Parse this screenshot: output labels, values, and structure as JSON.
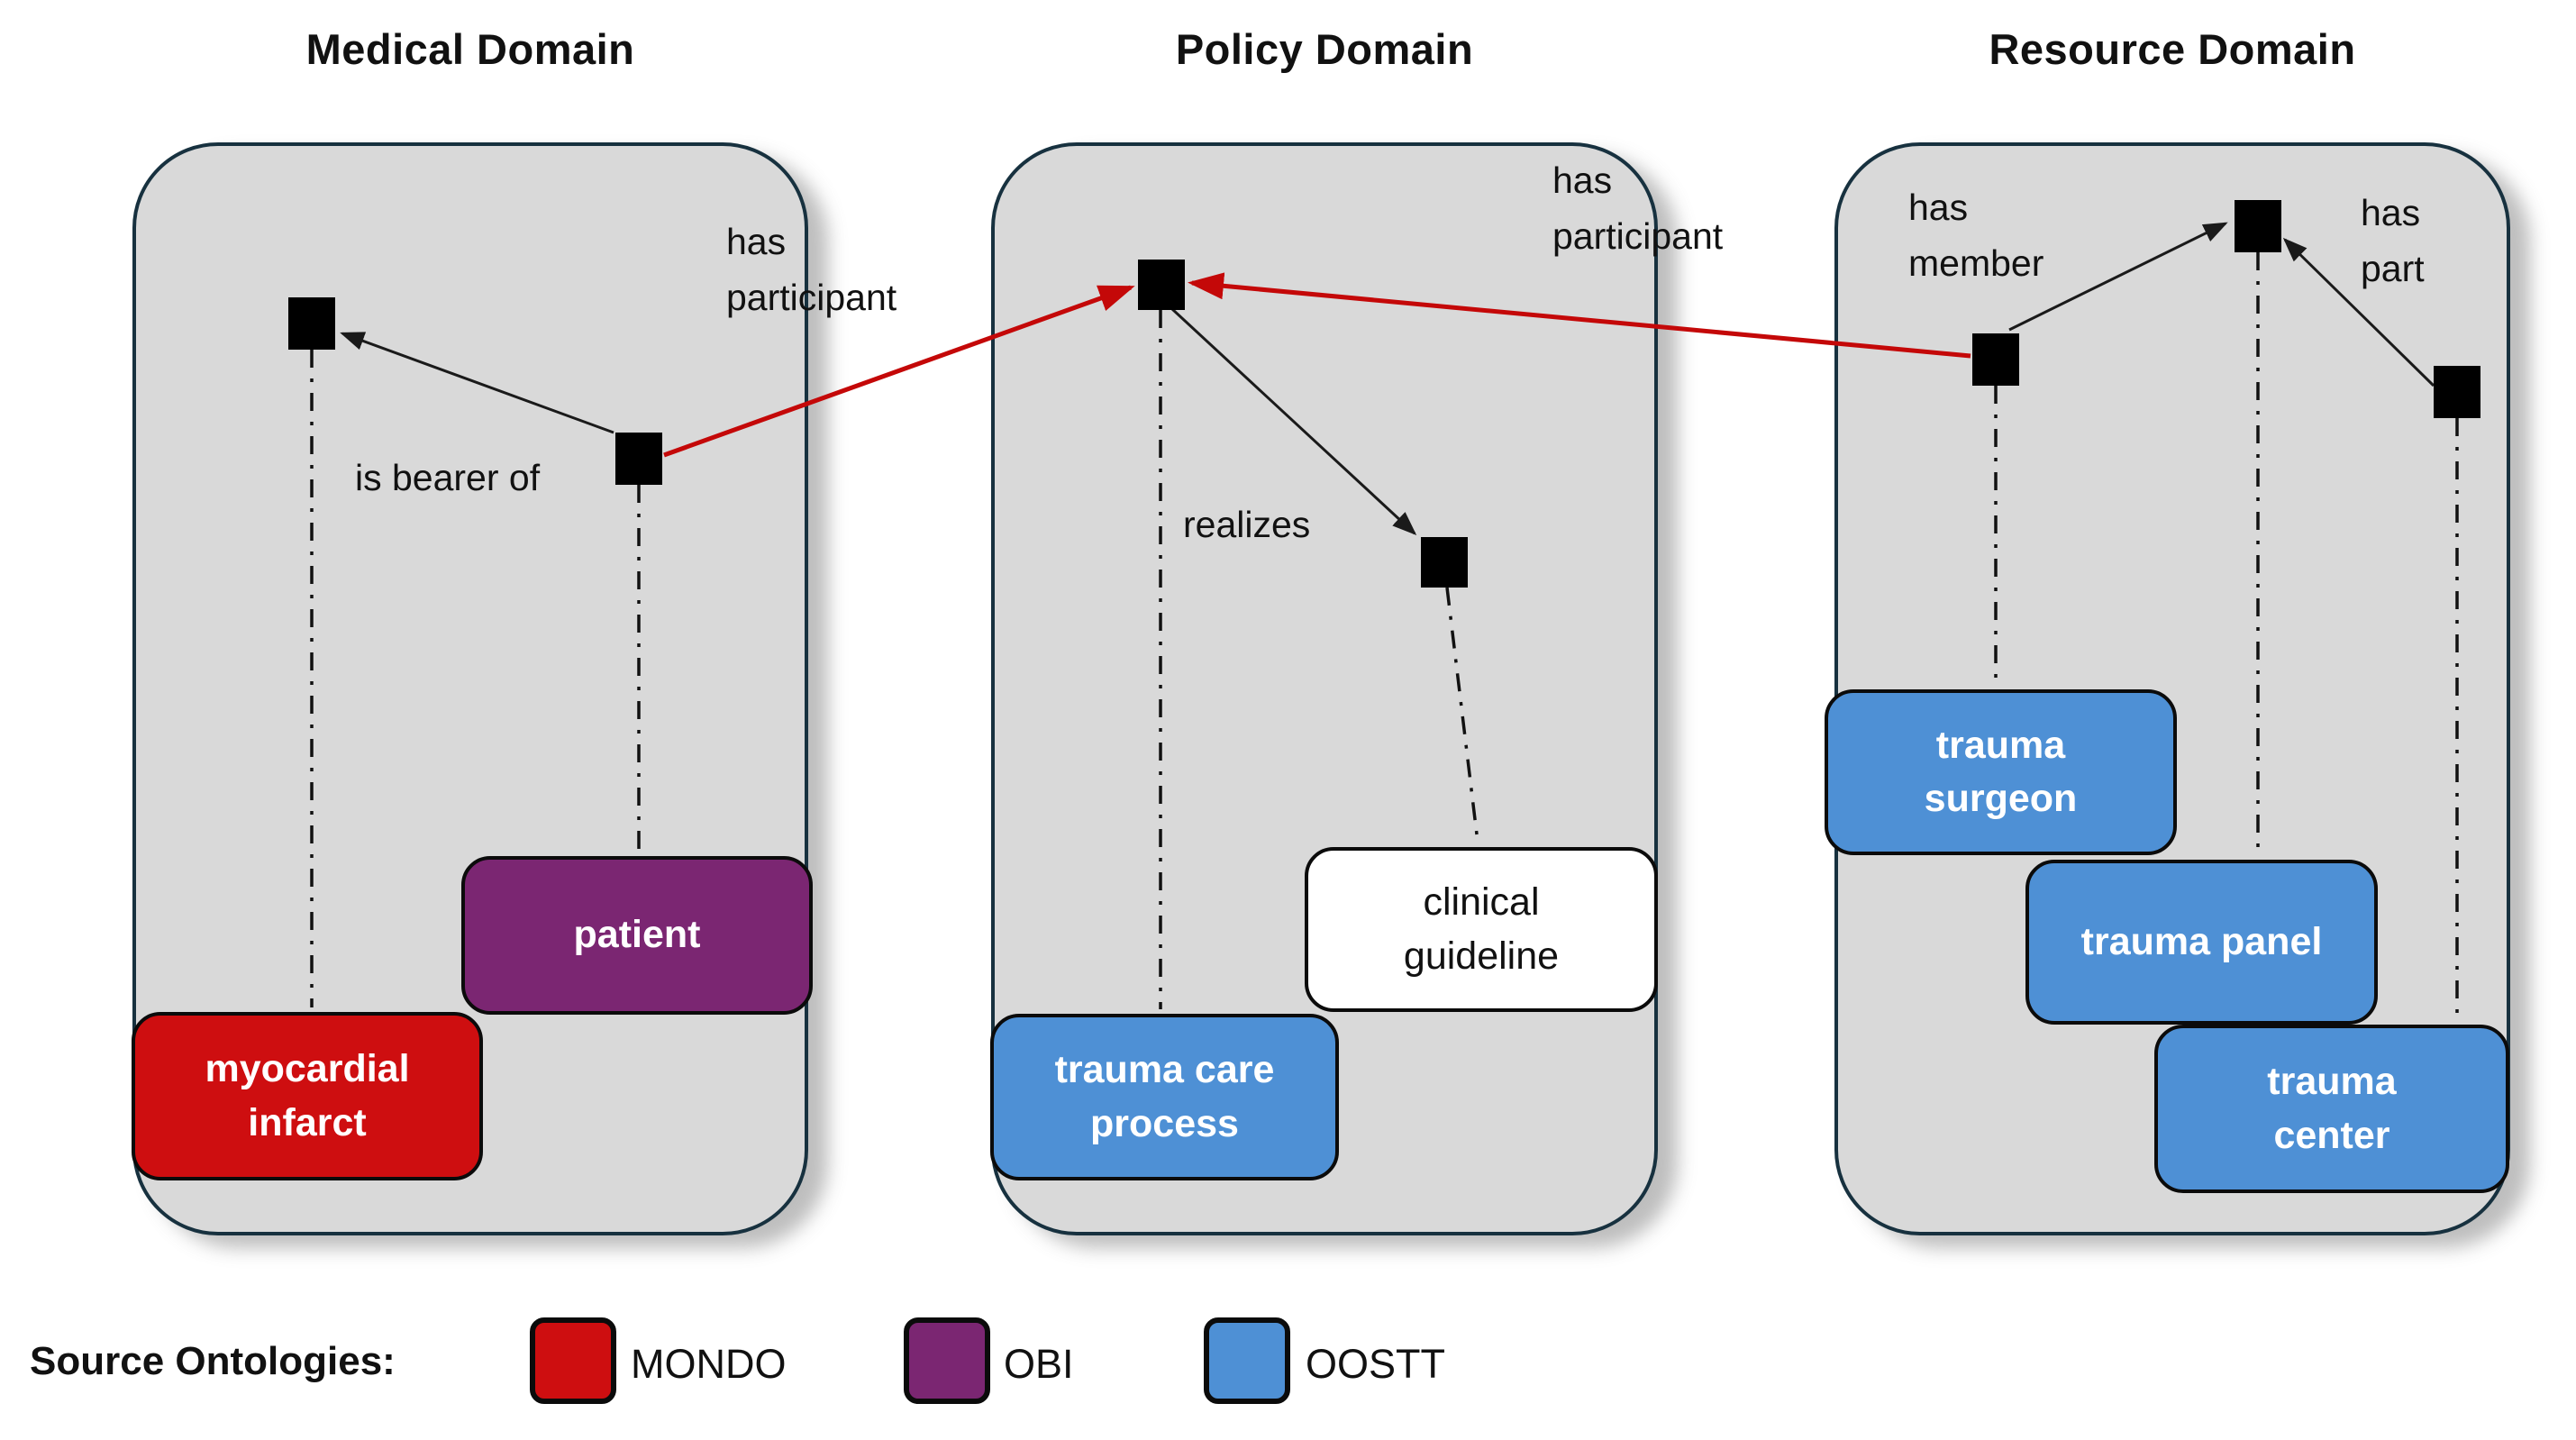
{
  "titles": {
    "medical": "Medical Domain",
    "policy": "Policy Domain",
    "resource": "Resource Domain"
  },
  "relations": {
    "is_bearer_of": "is bearer of",
    "has_participant_left": "has\nparticipant",
    "realizes": "realizes",
    "has_participant_right": "has\nparticipant",
    "has_member": "has\nmember",
    "has_part": "has\npart"
  },
  "entities": {
    "myocardial_infarct": {
      "label": "myocardial\ninfarct",
      "color": "#ce0e10"
    },
    "patient": {
      "label": "patient",
      "color": "#7b2672"
    },
    "trauma_care_process": {
      "label": "trauma care\nprocess",
      "color": "#4e90d5"
    },
    "clinical_guideline": {
      "label": "clinical\nguideline",
      "color": "#ffffff"
    },
    "trauma_surgeon": {
      "label": "trauma\nsurgeon",
      "color": "#4e90d5"
    },
    "trauma_panel": {
      "label": "trauma panel",
      "color": "#4e90d5"
    },
    "trauma_center": {
      "label": "trauma\ncenter",
      "color": "#4e90d5"
    }
  },
  "legend": {
    "label": "Source Ontologies:",
    "items": [
      {
        "name": "MONDO",
        "color": "#ce0e10"
      },
      {
        "name": "OBI",
        "color": "#7b2672"
      },
      {
        "name": "OOSTT",
        "color": "#4e90d5"
      }
    ]
  },
  "colors": {
    "panel_fill": "#d9d9d9",
    "panel_border": "#17313f",
    "cross_domain_arrow": "#c40808",
    "within_domain_arrow": "#1a1a1a",
    "node": "#000000"
  }
}
